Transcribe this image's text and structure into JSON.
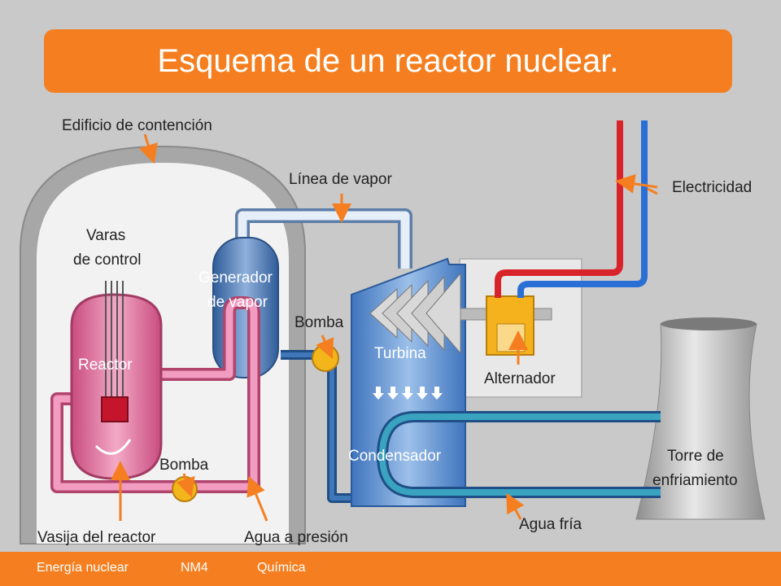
{
  "title": "Esquema de un reactor nuclear.",
  "labels": {
    "containment": "Edificio de contención",
    "steam_line": "Línea de vapor",
    "electricity": "Electricidad",
    "control_rods_1": "Varas",
    "control_rods_2": "de control",
    "steam_gen_1": "Generador",
    "steam_gen_2": "de vapor",
    "pump_top": "Bomba",
    "turbine": "Turbina",
    "reactor": "Reactor",
    "alternator": "Alternador",
    "condenser": "Condensador",
    "cooling_tower_1": "Torre de",
    "cooling_tower_2": "enfriamiento",
    "pump_bottom": "Bomba",
    "cold_water": "Agua fría",
    "vessel": "Vasija del reactor",
    "pressurized_water": "Agua a presión"
  },
  "footer": {
    "subject": "Energía nuclear",
    "level": "NM4",
    "course": "Química"
  },
  "colors": {
    "accent": "#f57f20",
    "reactor_pink": "#e0779f",
    "turbine_blue": "#4a80c8",
    "water_dark_blue": "#1f4f86",
    "pump_yellow": "#f2b51a",
    "electric_red": "#d9232a",
    "electric_blue": "#2a6fd6"
  }
}
